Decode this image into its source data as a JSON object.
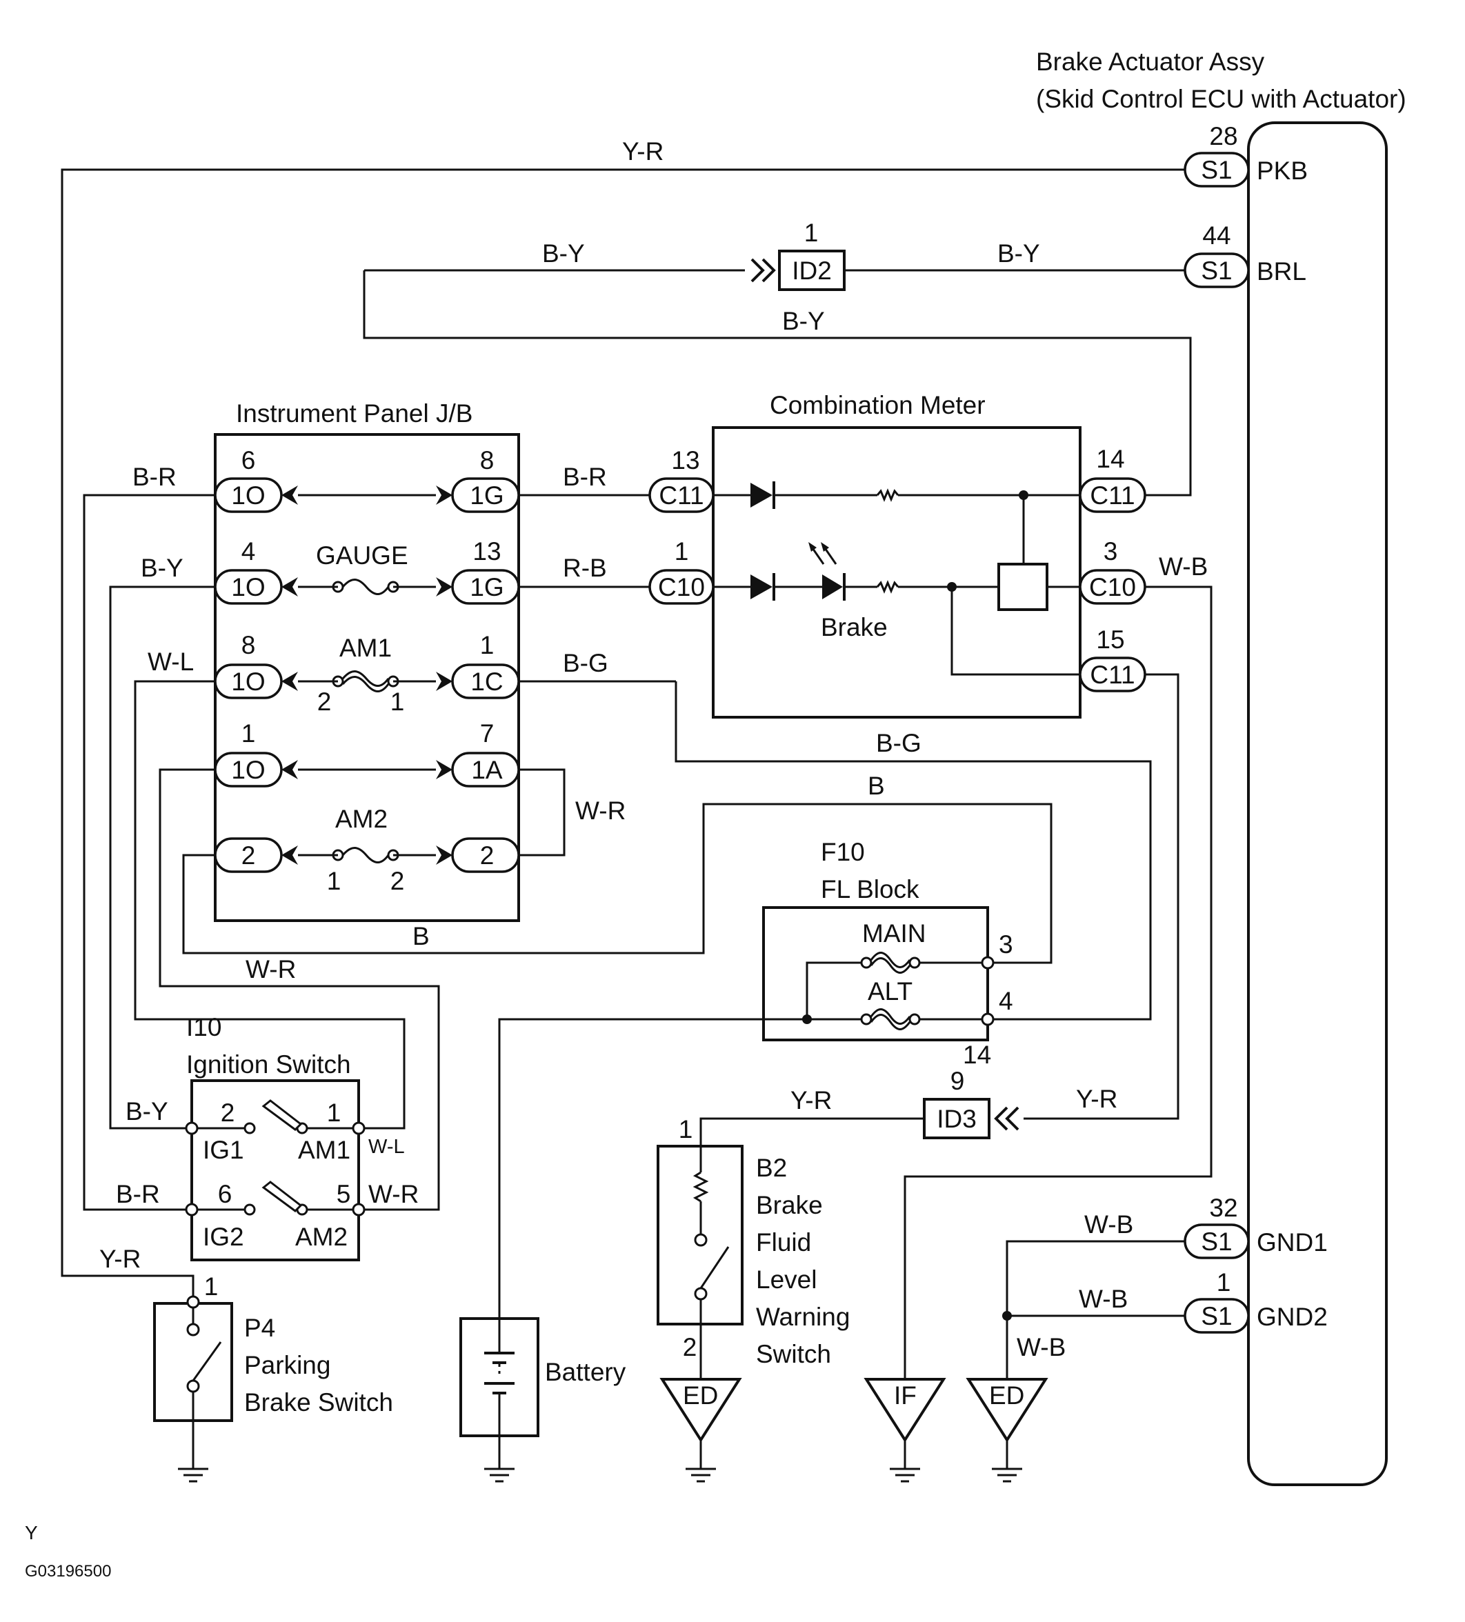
{
  "components": {
    "actuator_name": "Brake Actuator Assy",
    "actuator_sub": "(Skid Control ECU with Actuator)",
    "jb": "Instrument Panel J/B",
    "meter": "Combination Meter",
    "brake_led": "Brake",
    "fl_code": "F10",
    "fl_name": "FL Block",
    "main": "MAIN",
    "alt": "ALT",
    "ign_code": "I10",
    "ign_name": "Ignition Switch",
    "ig1": "IG1",
    "ig2": "IG2",
    "am1": "AM1",
    "am2": "AM2",
    "p4_code": "P4",
    "p4_l1": "Parking",
    "p4_l2": "Brake Switch",
    "b2_code": "B2",
    "b2_l1": "Brake",
    "b2_l2": "Fluid",
    "b2_l3": "Level",
    "b2_l4": "Warning",
    "b2_l5": "Switch",
    "battery": "Battery",
    "fuse_gauge": "GAUGE",
    "fuse_am1": "AM1",
    "fuse_am2": "AM2"
  },
  "terminals": {
    "pkb": "PKB",
    "brl": "BRL",
    "gnd1": "GND1",
    "gnd2": "GND2"
  },
  "connectors": {
    "s1": "S1",
    "id2": "ID2",
    "id3": "ID3",
    "c11": "C11",
    "c10": "C10",
    "c1o": "1O",
    "c1g": "1G",
    "c1c": "1C",
    "c1a": "1A",
    "c2": "2"
  },
  "pins": {
    "s1_28": "28",
    "id2_1": "1",
    "s1_44": "44",
    "jb_6": "6",
    "jb_8": "8",
    "c11_13": "13",
    "c11_14": "14",
    "jb_4": "4",
    "jb_13": "13",
    "c10_1": "1",
    "c10_3": "3",
    "jb_8b": "8",
    "jb_1c": "1",
    "c11_15": "15",
    "am1_2": "2",
    "am1_1": "1",
    "jb_1": "1",
    "jb_7": "7",
    "am2_1": "1",
    "am2_2": "2",
    "fl_3": "3",
    "fl_4": "4",
    "fl_14": "14",
    "id3_9": "9",
    "ign_2": "2",
    "ign_1": "1",
    "ign_6": "6",
    "ign_5": "5",
    "b2_1": "1",
    "b2_2": "2",
    "s1_32": "32",
    "s1_1": "1",
    "p4_1": "1"
  },
  "wires": {
    "yr_top": "Y-R",
    "by_1": "B-Y",
    "by_2": "B-Y",
    "by_3": "B-Y",
    "br_1": "B-R",
    "br_2": "B-R",
    "by_4": "B-Y",
    "rb": "R-B",
    "wb_1": "W-B",
    "wl_1": "W-L",
    "bg_1": "B-G",
    "bg_2": "B-G",
    "b_1": "B",
    "wr_1": "W-R",
    "b_2": "B",
    "wr_2": "W-R",
    "yr_2": "Y-R",
    "yr_3": "Y-R",
    "by_5": "B-Y",
    "wl_2": "W-L",
    "br_3": "B-R",
    "wr_3": "W-R",
    "yr_4": "Y-R",
    "wb_2": "W-B",
    "wb_3": "W-B",
    "wb_4": "W-B"
  },
  "grounds": {
    "ed_1": "ED",
    "if": "IF",
    "ed_2": "ED"
  },
  "footer": {
    "mark": "Y",
    "code": "G03196500"
  }
}
